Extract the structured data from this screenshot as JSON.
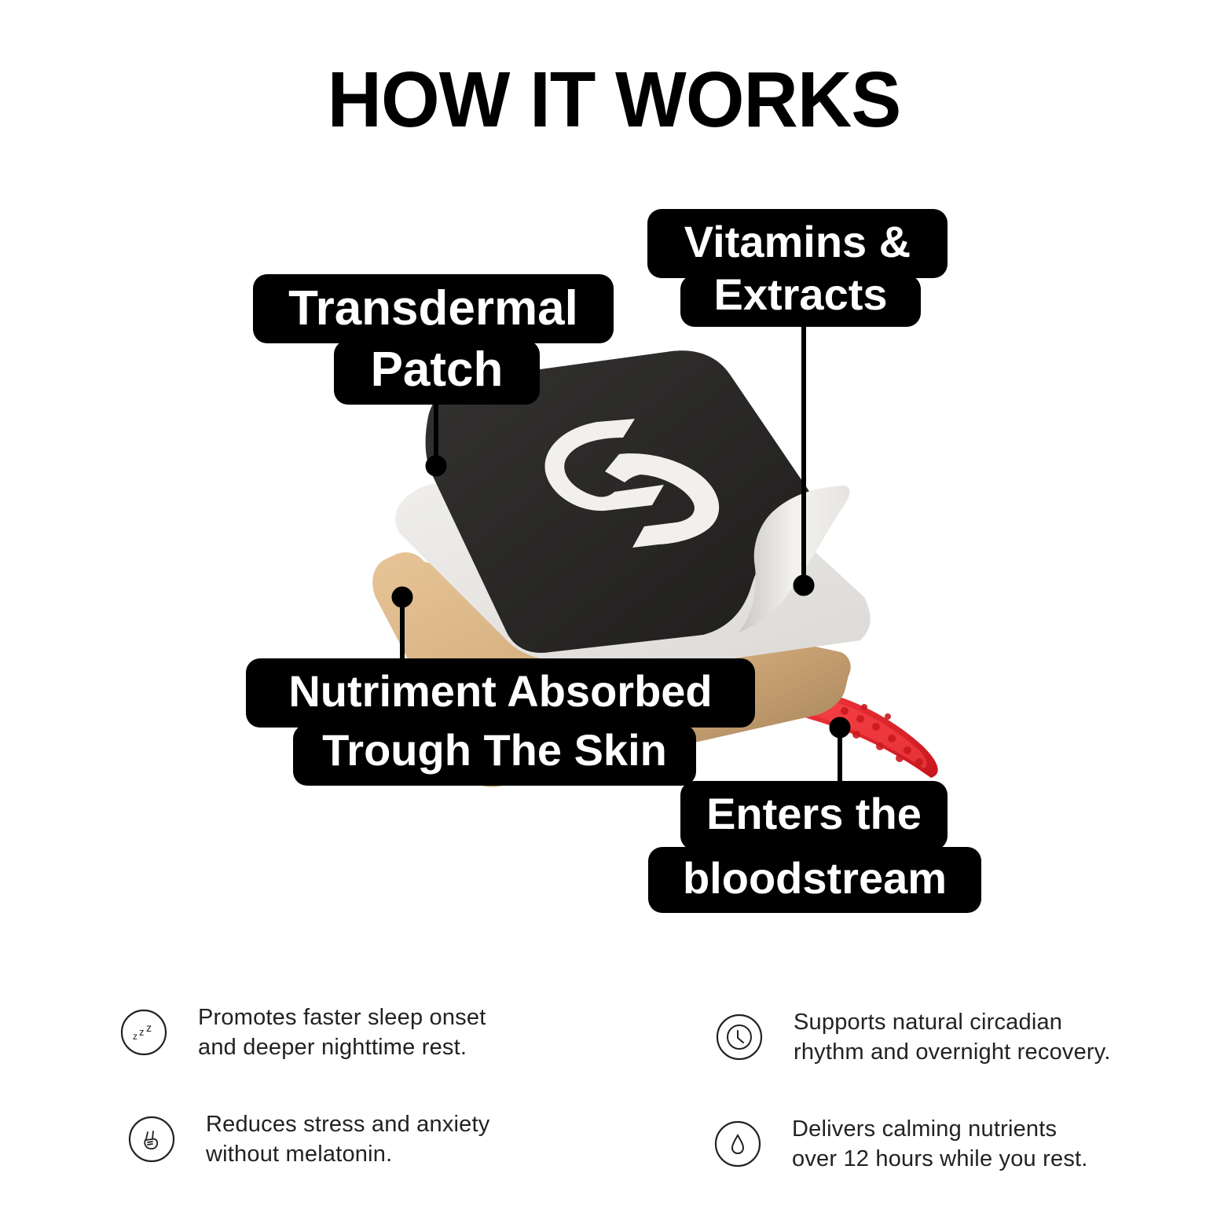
{
  "header": {
    "title": "HOW IT WORKS"
  },
  "diagram": {
    "labels": {
      "transdermal_patch": {
        "line1": "Transdermal",
        "line2": "Patch"
      },
      "vitamins_extracts": {
        "line1": "Vitamins &",
        "line2": "Extracts"
      },
      "nutriment_absorbed": {
        "line1": "Nutriment Absorbed",
        "line2": "Trough The Skin"
      },
      "enters_bloodstream": {
        "line1": "Enters the",
        "line2": "bloodstream"
      }
    },
    "layers": [
      {
        "name": "transdermal-patch-layer",
        "color": "#2b2a29"
      },
      {
        "name": "adhesive-layer",
        "color": "#e9e7e3"
      },
      {
        "name": "skin-layer",
        "color": "#d9b487"
      },
      {
        "name": "blood-vessel",
        "color": "#e5242a"
      }
    ],
    "logo_color": "#f1f0ec",
    "callout_color": "#000000"
  },
  "features": [
    {
      "icon": "sleep-zzz-icon",
      "line1": "Promotes faster sleep onset",
      "line2": "and deeper nighttime rest."
    },
    {
      "icon": "peace-hand-icon",
      "line1": "Reduces stress and anxiety",
      "line2": "without melatonin."
    },
    {
      "icon": "clock-icon",
      "line1": "Supports natural circadian",
      "line2": "rhythm and overnight recovery."
    },
    {
      "icon": "droplet-icon",
      "line1": "Delivers calming nutrients",
      "line2": "over 12 hours while you rest."
    }
  ]
}
